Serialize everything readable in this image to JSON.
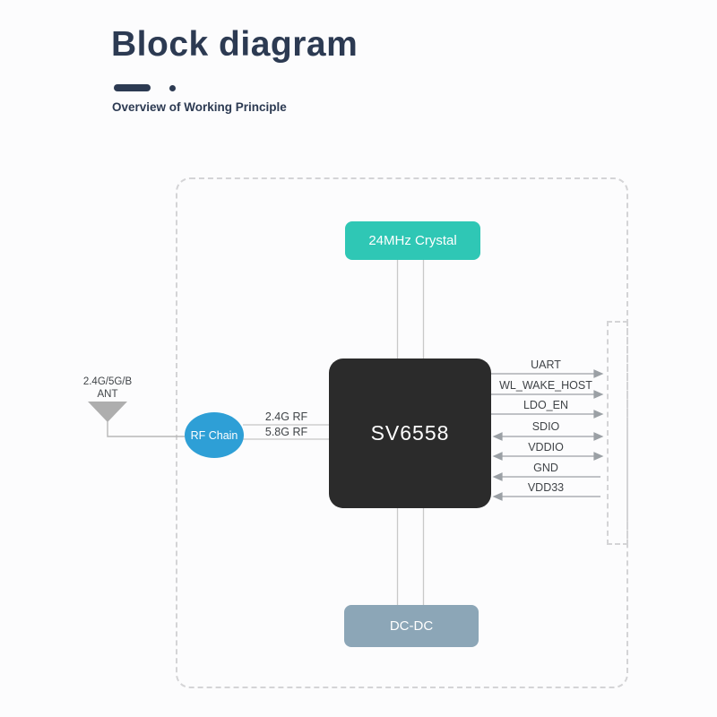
{
  "page": {
    "title": "Block diagram",
    "subtitle": "Overview of Working Principle"
  },
  "diagram": {
    "blocks": {
      "crystal": {
        "label": "24MHz Crystal",
        "color": "#2FC7B5"
      },
      "chip": {
        "label": "SV6558",
        "color": "#2B2B2B"
      },
      "dcdc": {
        "label": "DC-DC",
        "color": "#8CA6B7"
      },
      "rf_chain": {
        "label": "RF Chain",
        "color": "#2E9FD6"
      }
    },
    "antenna": {
      "label_line1": "2.4G/5G/B",
      "label_line2": "ANT"
    },
    "rf_links": [
      {
        "label": "2.4G RF"
      },
      {
        "label": "5.8G RF"
      }
    ],
    "signals": [
      {
        "label": "UART",
        "direction": "out"
      },
      {
        "label": "WL_WAKE_HOST",
        "direction": "out"
      },
      {
        "label": "LDO_EN",
        "direction": "out"
      },
      {
        "label": "SDIO",
        "direction": "both"
      },
      {
        "label": "VDDIO",
        "direction": "both"
      },
      {
        "label": "GND",
        "direction": "in"
      },
      {
        "label": "VDD33",
        "direction": "in"
      }
    ],
    "colors": {
      "title_text": "#2C3A52",
      "label_text": "#3F4347",
      "dashed_border": "#D4D4D6",
      "connector_line": "#C9C9C9",
      "signal_line": "#9BA0A5",
      "antenna_fill": "#AEAEAE"
    }
  }
}
